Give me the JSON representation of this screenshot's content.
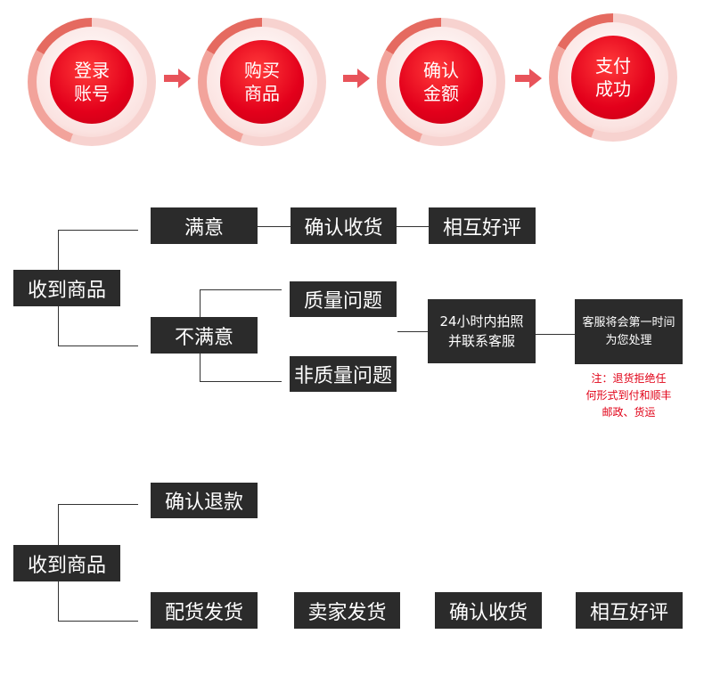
{
  "colors": {
    "accent": "#e3001b",
    "box": "#2b2b2b",
    "note": "#e10016"
  },
  "steps": [
    {
      "line1": "登录",
      "line2": "账号"
    },
    {
      "line1": "购买",
      "line2": "商品"
    },
    {
      "line1": "确认",
      "line2": "金额"
    },
    {
      "line1": "支付",
      "line2": "成功"
    }
  ],
  "flow1": {
    "root": "收到商品",
    "satisfied": "满意",
    "confirm_receipt": "确认收货",
    "mutual_review": "相互好评",
    "unsatisfied": "不满意",
    "quality_issue": "质量问题",
    "non_quality_issue": "非质量问题",
    "photo_contact_line1": "24小时内拍照",
    "photo_contact_line2": "并联系客服",
    "service_line1": "客服将会第一时间",
    "service_line2": "为您处理",
    "note_line1": "注：退货拒绝任",
    "note_line2": "何形式到付和顺丰",
    "note_line3": "邮政、货运"
  },
  "flow2": {
    "root": "收到商品",
    "confirm_refund": "确认退款",
    "prepare_goods": "配货发货",
    "seller_ship": "卖家发货",
    "confirm_receipt": "确认收货",
    "mutual_review": "相互好评"
  }
}
